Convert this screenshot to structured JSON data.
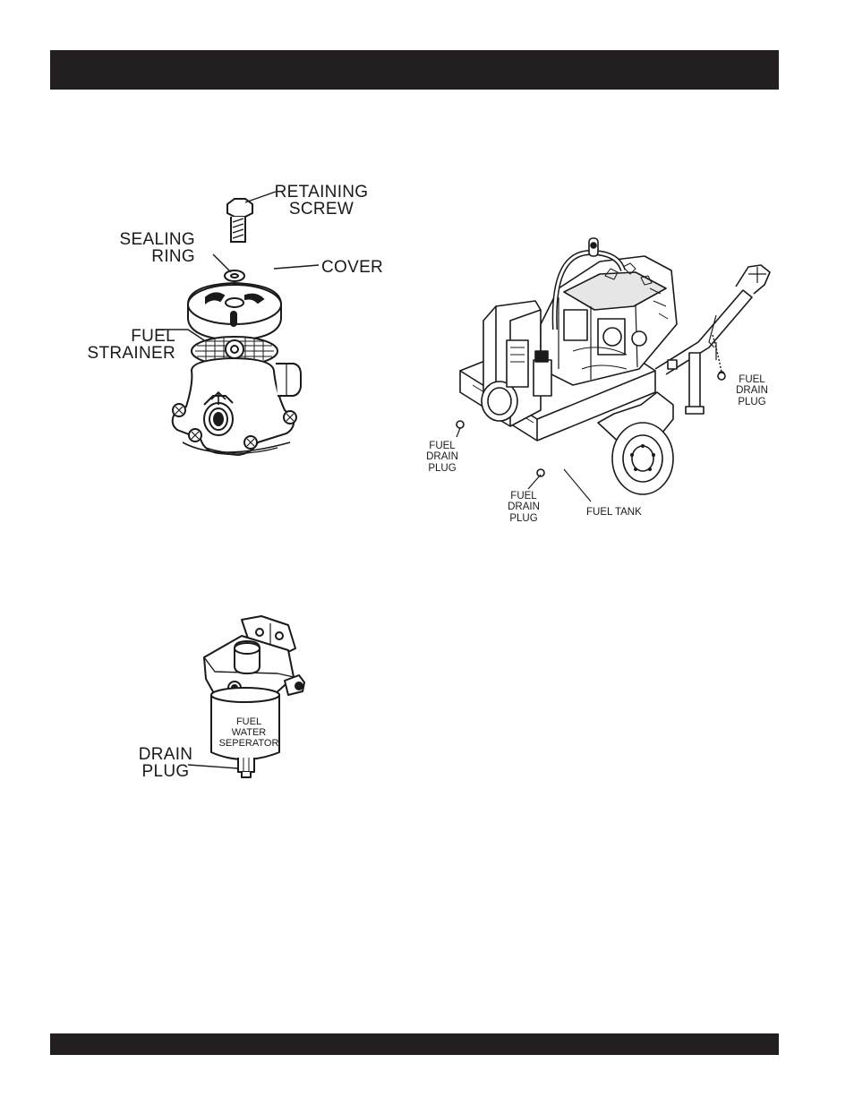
{
  "header": {
    "title": ""
  },
  "footer": {
    "text": ""
  },
  "strainer_figure": {
    "labels": {
      "retaining_screw": [
        "RETAINING",
        "SCREW"
      ],
      "sealing_ring": [
        "SEALING",
        "RING"
      ],
      "cover": "COVER",
      "fuel_strainer": [
        "FUEL",
        "STRAINER"
      ]
    }
  },
  "pump_figure": {
    "labels": {
      "fuel_drain_plug_right": [
        "FUEL",
        "DRAIN",
        "PLUG"
      ],
      "fuel_drain_plug_left": [
        "FUEL",
        "DRAIN",
        "PLUG"
      ],
      "fuel_drain_plug_bottom": [
        "FUEL",
        "DRAIN",
        "PLUG"
      ],
      "fuel_tank": "FUEL TANK"
    }
  },
  "separator_figure": {
    "labels": {
      "body_text": [
        "FUEL",
        "WATER",
        "SEPERATOR"
      ],
      "drain_plug": [
        "DRAIN",
        "PLUG"
      ]
    }
  }
}
